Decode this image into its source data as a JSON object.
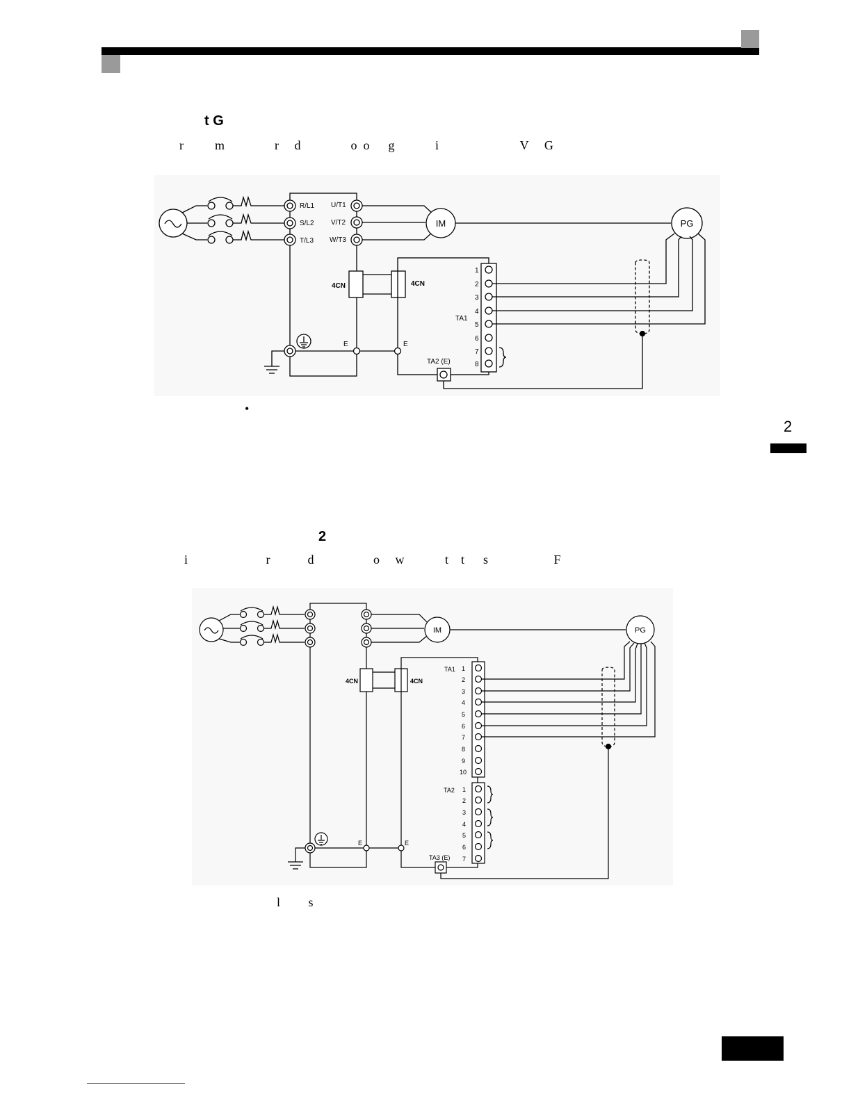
{
  "header": {
    "heading1": "t      G",
    "text1": "r          m                r     d                o  o      g             i                          V     G",
    "note1": "•",
    "side_tab": "2",
    "heading2": "2",
    "text2": "i                         r            d                   o     w             t    t      s                     F",
    "note2": "l         s"
  },
  "diagram1": {
    "input_terms": [
      "R/L1",
      "S/L2",
      "T/L3"
    ],
    "output_terms": [
      "U/T1",
      "V/T2",
      "W/T3"
    ],
    "motor": "IM",
    "encoder": "PG",
    "connector_left": "4CN",
    "connector_right": "4CN",
    "terminal_block": "TA1",
    "terminal_numbers": [
      "1",
      "2",
      "3",
      "4",
      "5",
      "6",
      "7",
      "8"
    ],
    "ground_terminal": "TA2 (E)",
    "e_left": "E",
    "e_right": "E"
  },
  "diagram2": {
    "motor": "IM",
    "encoder": "PG",
    "connector_left": "4CN",
    "connector_right": "4CN",
    "block1": "TA1",
    "block1_numbers": [
      "1",
      "2",
      "3",
      "4",
      "5",
      "6",
      "7",
      "8",
      "9",
      "10"
    ],
    "block2": "TA2",
    "block2_numbers": [
      "1",
      "2",
      "3",
      "4",
      "5",
      "6",
      "7"
    ],
    "ground_terminal": "TA3 (E)",
    "e_left": "E",
    "e_right": "E"
  },
  "colors": {
    "ink": "#000000",
    "tab_gray": "#9a9a9a",
    "diagram_bg": "#f7f7f7"
  }
}
